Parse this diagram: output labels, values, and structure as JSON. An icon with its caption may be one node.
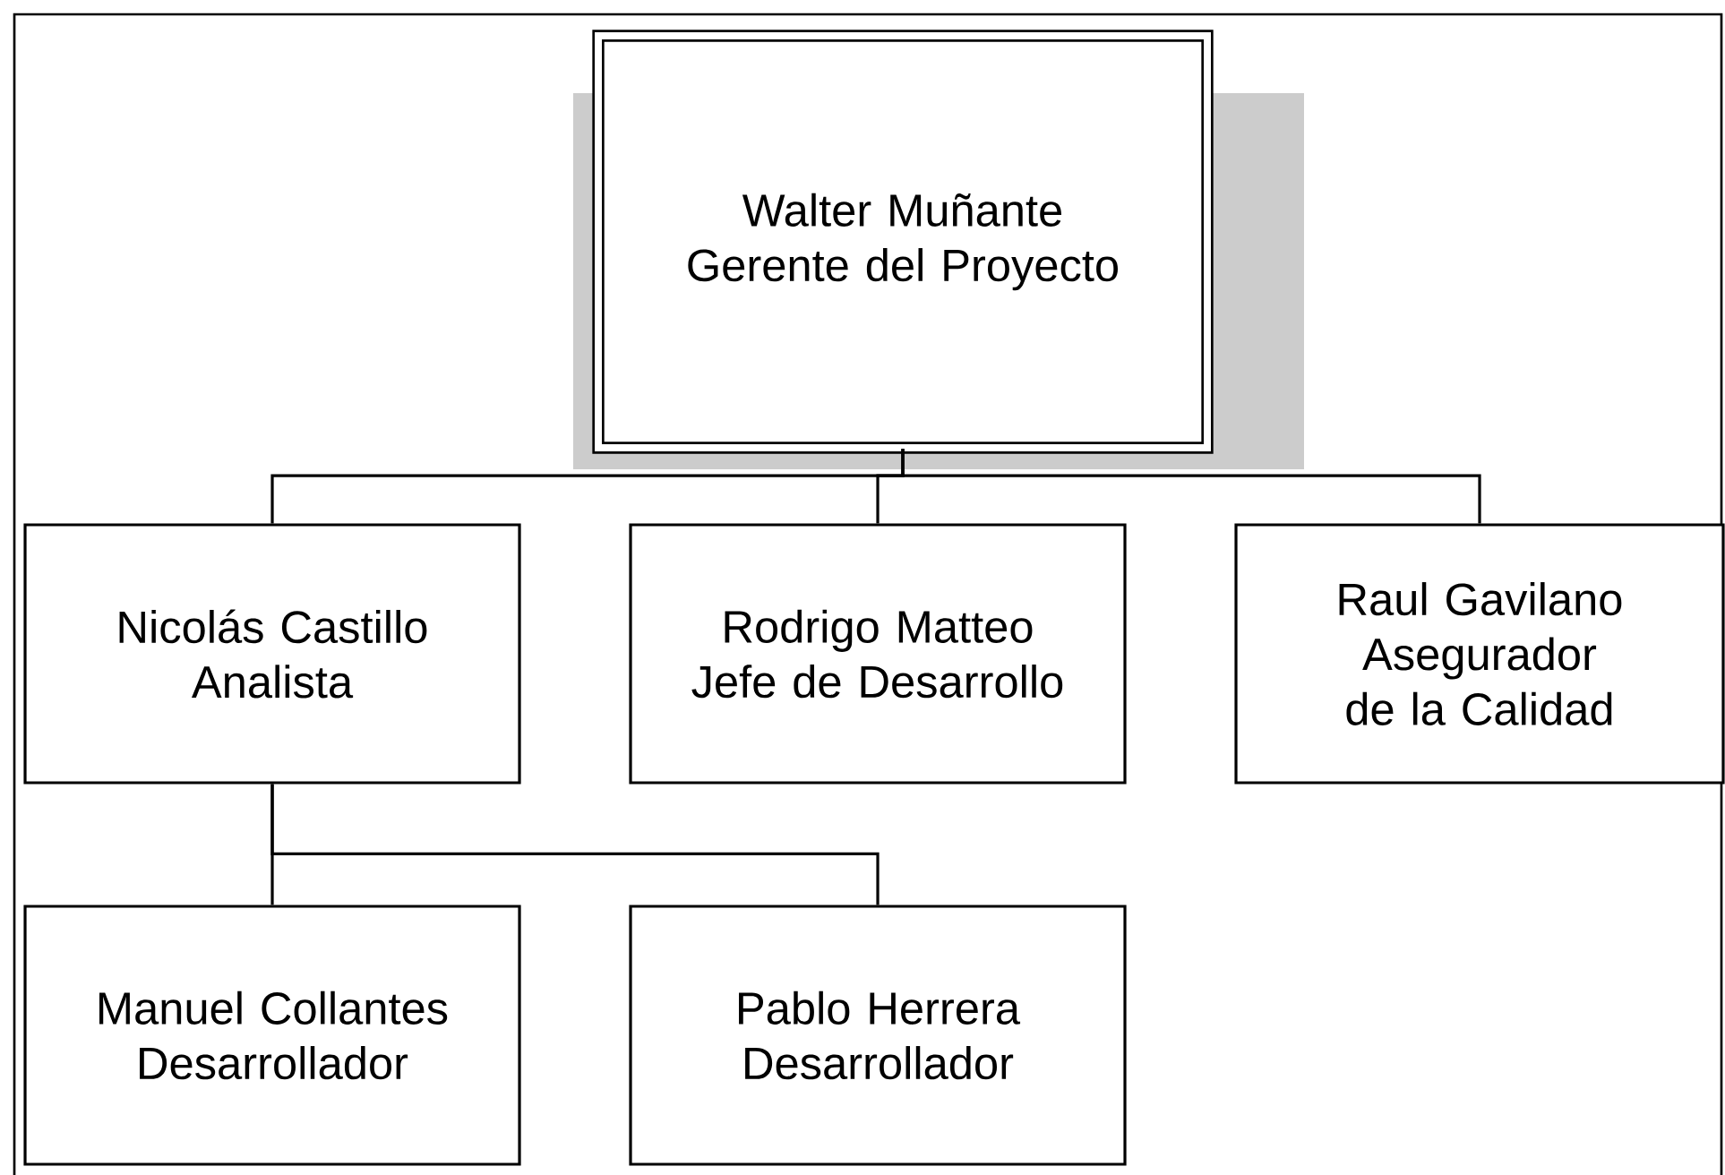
{
  "diagram": {
    "nodes": [
      {
        "text": [
          "Walter Muñante",
          "Gerente del Proyecto"
        ]
      },
      {
        "text": [
          "Nicolás Castillo",
          "Analista"
        ]
      },
      {
        "text": [
          "Rodrigo Matteo",
          "Jefe de Desarrollo"
        ]
      },
      {
        "text": [
          "Raul Gavilano",
          "Asegurador de la Calidad"
        ]
      },
      {
        "text": [
          "Manuel Collantes",
          "Desarrollador"
        ]
      },
      {
        "text": [
          "Pablo Herrera",
          "Desarrollador"
        ]
      }
    ],
    "edges": [
      {
        "from": 0,
        "to": 1,
        "arrow": "none"
      },
      {
        "from": 0,
        "to": 2,
        "arrow": "none"
      },
      {
        "from": 0,
        "to": 3,
        "arrow": "none"
      },
      {
        "from": 1,
        "to": 4,
        "arrow": "none"
      },
      {
        "from": 1,
        "to": 5,
        "arrow": "none"
      }
    ]
  }
}
